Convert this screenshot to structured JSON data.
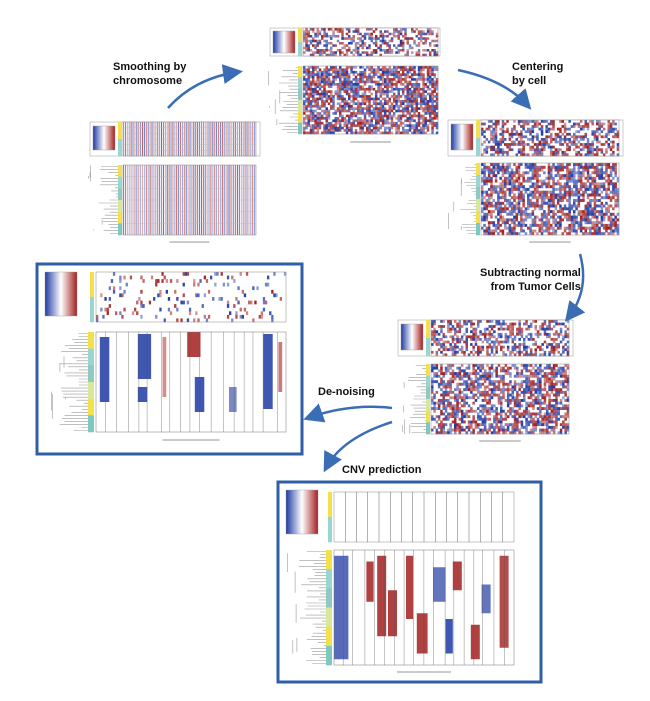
{
  "steps": [
    {
      "key": "smoothing",
      "label_lines": [
        "Smoothing by",
        "chromosome"
      ]
    },
    {
      "key": "centering",
      "label_lines": [
        "Centering",
        "by cell"
      ]
    },
    {
      "key": "subtracting",
      "label_lines": [
        "Subtracting normal",
        "from Tumor Cells"
      ]
    },
    {
      "key": "denoising",
      "label_lines": [
        "De-noising"
      ]
    },
    {
      "key": "cnv",
      "label_lines": [
        "CNV prediction"
      ]
    }
  ],
  "colors": {
    "gain": "#a31f1f",
    "loss": "#1f3aa3",
    "neutral": "#ffffff",
    "arrow": "#3b6db5",
    "frame": "#2f5fa7",
    "dendrogram": "#9a9a9a"
  }
}
